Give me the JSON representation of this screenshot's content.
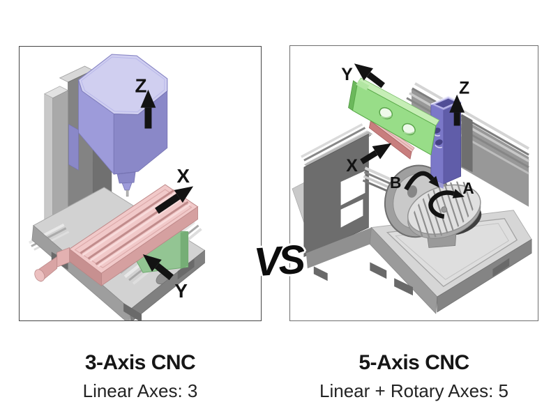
{
  "vs_label": "VS",
  "panels": {
    "left": {
      "title": "3-Axis CNC",
      "subtitle": "Linear Axes: 3",
      "axes": {
        "x": "X",
        "y": "Y",
        "z": "Z"
      }
    },
    "right": {
      "title": "5-Axis CNC",
      "subtitle": "Linear + Rotary Axes: 5",
      "axes": {
        "x": "X",
        "y": "Y",
        "z": "Z",
        "a": "A",
        "b": "B"
      }
    }
  },
  "colors": {
    "background": "#ffffff",
    "panel_border_left": "#454545",
    "panel_border_right": "#6e6e6e",
    "arrow_black": "#131313",
    "head_purple_top": "#d0cff0",
    "head_purple_front": "#9d9bda",
    "head_purple_side": "#8a88c8",
    "column_purple_front": "#7b78c8",
    "table_pink_top": "#f1c9c9",
    "table_pink_front": "#d5a0a0",
    "rail_pink": "#c87e7e",
    "saddle_green": "#93c593",
    "arm_green": "#98dd88",
    "gray_light": "#d2d2d2",
    "gray_mid": "#9b9b9b",
    "gray_dark": "#6d6d6d"
  }
}
